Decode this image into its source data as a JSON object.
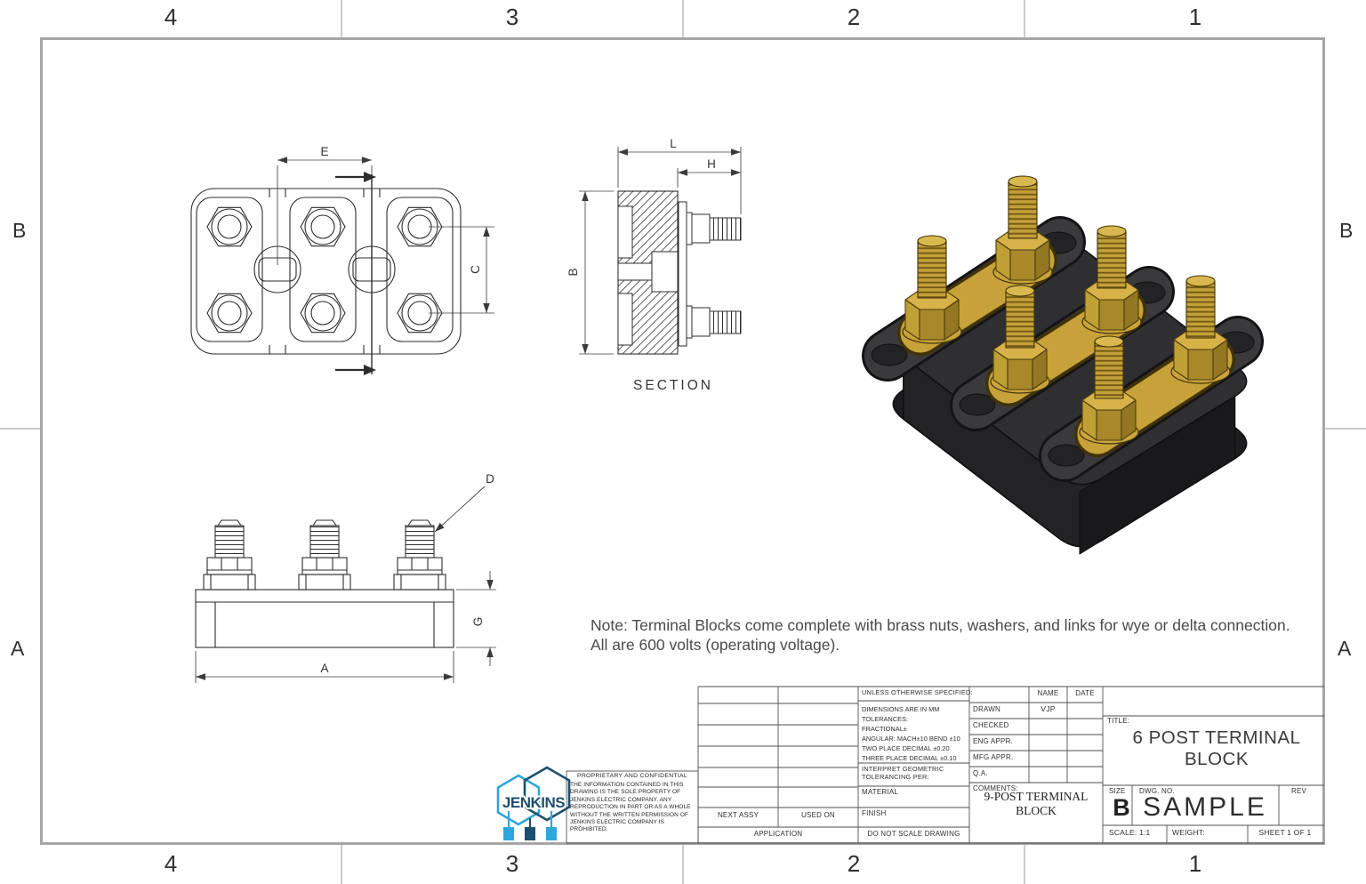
{
  "sheet": {
    "zone_columns": [
      "4",
      "3",
      "2",
      "1"
    ],
    "zone_rows": [
      "B",
      "A"
    ]
  },
  "note": {
    "line1": "Note: Terminal Blocks come complete with brass nuts, washers, and links for wye or delta connection.",
    "line2": "All are 600 volts (operating voltage)."
  },
  "views": {
    "top": {
      "dim_e": "E",
      "dim_c": "C"
    },
    "section": {
      "dim_l": "L",
      "dim_h": "H",
      "dim_b": "B",
      "label": "SECTION"
    },
    "front": {
      "dim_d": "D",
      "dim_g": "G",
      "dim_a": "A"
    }
  },
  "logo": {
    "text": "JENKINS"
  },
  "colors": {
    "brass": "#c7a23a",
    "brass_light": "#d6b249",
    "brass_dark": "#937723",
    "base_dark": "#2f2f31",
    "logo_light_blue": "#2ea7dc",
    "logo_dark_blue": "#1d4f6e"
  },
  "title_block": {
    "proprietary": {
      "heading": "PROPRIETARY AND CONFIDENTIAL",
      "body": "THE INFORMATION CONTAINED IN THIS DRAWING IS THE SOLE PROPERTY OF JENKINS ELECTRIC COMPANY. ANY REPRODUCTION IN PART OR AS A WHOLE WITHOUT THE WRITTEN PERMISSION OF JENKINS ELECTRIC COMPANY IS PROHIBITED."
    },
    "application": {
      "next_assy": "NEXT ASSY",
      "used_on": "USED ON",
      "label": "APPLICATION"
    },
    "specs": {
      "unless": "UNLESS OTHERWISE SPECIFIED:",
      "tolerances": [
        "DIMENSIONS ARE IN MM",
        "TOLERANCES:",
        "FRACTIONAL±",
        "ANGULAR: MACH±10 BEND ±10",
        "TWO PLACE DECIMAL    ±0.20",
        "THREE PLACE DECIMAL  ±0.10"
      ],
      "interpret_1": "INTERPRET GEOMETRIC",
      "interpret_2": "TOLERANCING PER:",
      "material": "MATERIAL",
      "finish": "FINISH",
      "do_not_scale": "DO NOT SCALE DRAWING"
    },
    "approvals": {
      "name_header": "NAME",
      "date_header": "DATE",
      "rows": [
        {
          "label": "DRAWN",
          "name": "VJP",
          "date": ""
        },
        {
          "label": "CHECKED",
          "name": "",
          "date": ""
        },
        {
          "label": "ENG APPR.",
          "name": "",
          "date": ""
        },
        {
          "label": "MFG APPR.",
          "name": "",
          "date": ""
        },
        {
          "label": "Q.A.",
          "name": "",
          "date": ""
        }
      ],
      "comments_label": "COMMENTS:",
      "comments": "9-POST TERMINAL BLOCK"
    },
    "title": {
      "label": "TITLE:",
      "line1": "6 POST TERMINAL",
      "line2": "BLOCK"
    },
    "size": {
      "label": "SIZE",
      "value": "B"
    },
    "dwg_no": {
      "label": "DWG.  NO.",
      "value": "SAMPLE"
    },
    "rev": {
      "label": "REV"
    },
    "footer": {
      "scale": "SCALE: 1:1",
      "weight": "WEIGHT:",
      "sheet": "SHEET 1 OF 1"
    }
  }
}
